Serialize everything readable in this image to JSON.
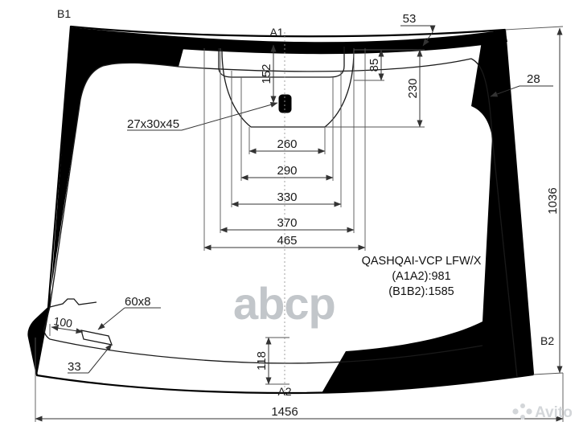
{
  "drawing": {
    "title": "Windshield technical drawing",
    "part": {
      "code": "QASHQAI-VCP LFW/X",
      "a1a2": "(A1A2):981",
      "b1b2": "(B1B2):1585"
    },
    "corner_labels": {
      "b1": "B1",
      "b2": "B2",
      "a1": "A1",
      "a2": "A2"
    },
    "dimensions": {
      "overall_width": "1456",
      "overall_height": "1036",
      "top_offset": "53",
      "edge_28": "28",
      "band_85": "85",
      "band_230": "230",
      "band_152": "152",
      "bottom_118": "118",
      "stack_260": "260",
      "stack_290": "290",
      "stack_330": "330",
      "stack_370": "370",
      "stack_465": "465"
    },
    "callouts": {
      "sensor": "27x30x45",
      "pad": "60x8",
      "pad_offset": "100",
      "pad_drop": "33"
    },
    "watermarks": {
      "center": "abcp",
      "corner": "Avito"
    }
  }
}
